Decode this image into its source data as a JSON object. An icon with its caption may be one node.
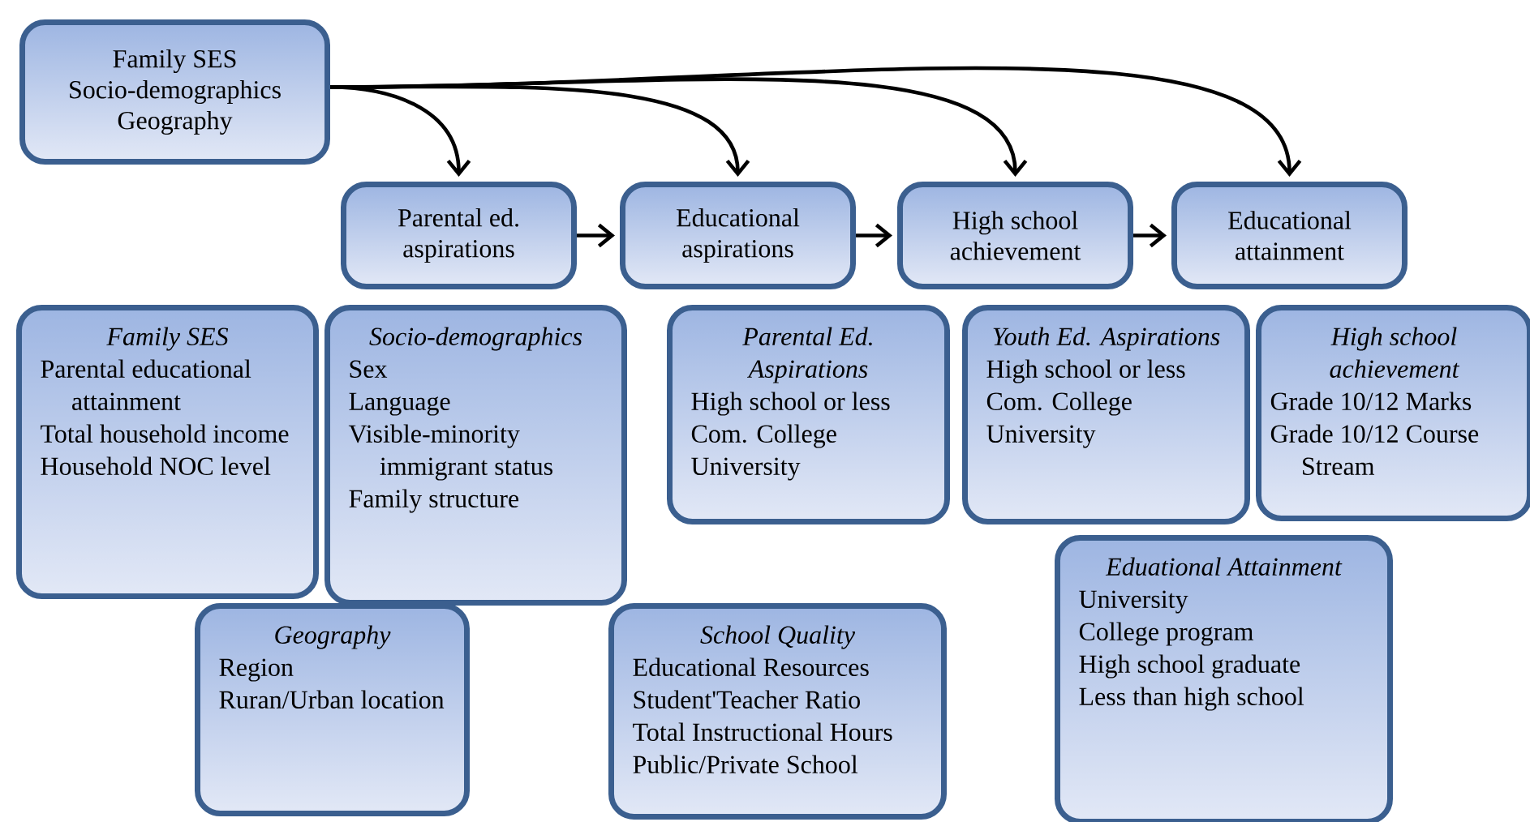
{
  "diagram": {
    "nodes": [
      {
        "text": [
          "Family SES",
          "Socio-demographics",
          "Geography"
        ]
      },
      {
        "text": [
          "Parental ed. aspirations"
        ]
      },
      {
        "text": [
          "Educational aspirations"
        ]
      },
      {
        "text": [
          "High school achievement"
        ]
      },
      {
        "text": [
          "Educational attainment"
        ]
      },
      {
        "text": [
          "Family SES",
          "Parental educational attainment",
          "Total household income",
          "Household NOC level"
        ]
      },
      {
        "text": [
          "Socio-demographics",
          "Sex",
          "Language",
          "Visible-minority immigrant status",
          "Family structure"
        ]
      },
      {
        "text": [
          "Parental Ed. Aspirations",
          "High school or less",
          "Com. College",
          "University"
        ]
      },
      {
        "text": [
          "Youth Ed. Aspirations",
          "High school or less",
          "Com. College",
          "University"
        ]
      },
      {
        "text": [
          "High school achievement",
          "Grade 10/12 Marks",
          "Grade 10/12 Course Stream"
        ]
      },
      {
        "text": [
          "Geography",
          "Region",
          "Ruran/Urban location"
        ]
      },
      {
        "text": [
          "School Quality",
          "Educational Resources",
          "Student'Teacher Ratio",
          "Total Instructional Hours",
          "Public/Private School"
        ]
      },
      {
        "text": [
          "Eduational Attainment",
          "University",
          "College program",
          "High school graduate",
          "Less than high school"
        ]
      }
    ],
    "edges": [
      {
        "from": 0,
        "to": 1,
        "arrow": "to"
      },
      {
        "from": 0,
        "to": 2,
        "arrow": "to"
      },
      {
        "from": 0,
        "to": 3,
        "arrow": "to"
      },
      {
        "from": 0,
        "to": 4,
        "arrow": "to"
      },
      {
        "from": 1,
        "to": 2,
        "arrow": "to"
      },
      {
        "from": 2,
        "to": 3,
        "arrow": "to"
      },
      {
        "from": 3,
        "to": 4,
        "arrow": "to"
      }
    ]
  }
}
